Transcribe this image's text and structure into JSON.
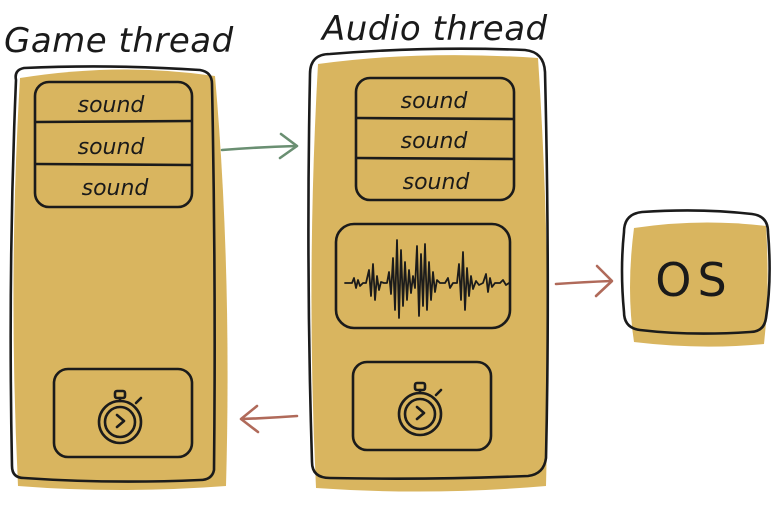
{
  "game_thread": {
    "title": "Game thread",
    "queue": [
      "sound",
      "sound",
      "sound"
    ],
    "timer_icon": "stopwatch-icon"
  },
  "audio_thread": {
    "title": "Audio thread",
    "queue": [
      "sound",
      "sound",
      "sound"
    ],
    "waveform_icon": "waveform-icon",
    "timer_icon": "stopwatch-icon"
  },
  "os_box": {
    "label": "OS"
  },
  "colors": {
    "panel_fill": "#d9b55f",
    "ink": "#1b1b1b",
    "arrow_game_to_audio": "#6a8f72",
    "arrow_audio_to_game": "#b06a5a",
    "arrow_audio_to_os": "#b06a5a"
  }
}
